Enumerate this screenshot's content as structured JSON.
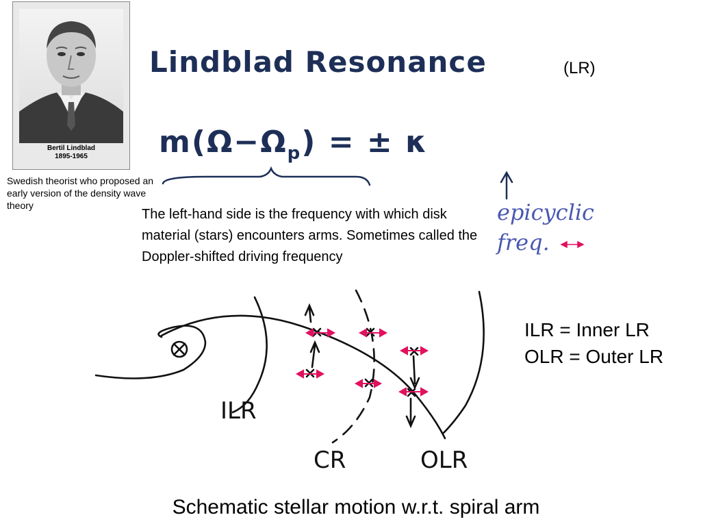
{
  "portrait": {
    "caption_name": "Bertil Lindblad",
    "caption_years": "1895-1965"
  },
  "side_note": "Swedish theorist who proposed an early version of the density wave theory",
  "title": {
    "handwritten": "Lindblad Resonance",
    "abbrev": "(LR)"
  },
  "formula": {
    "lhs": "m(Ω−Ω",
    "sub": "p",
    "rhs": ") = ± κ"
  },
  "epicyclic": {
    "line1": "epicyclic",
    "line2": "freq."
  },
  "explanation": "The left-hand side is the frequency with which disk material (stars) encounters arms. Sometimes called the Doppler-shifted driving frequency",
  "legend": {
    "ilr": "ILR = Inner LR",
    "olr": "OLR = Outer LR"
  },
  "diagram": {
    "ilr_label": "ILR",
    "cr_label": "CR",
    "olr_label": "OLR",
    "arrow_color": "#e0115f"
  },
  "caption": "Schematic stellar motion w.r.t. spiral arm"
}
